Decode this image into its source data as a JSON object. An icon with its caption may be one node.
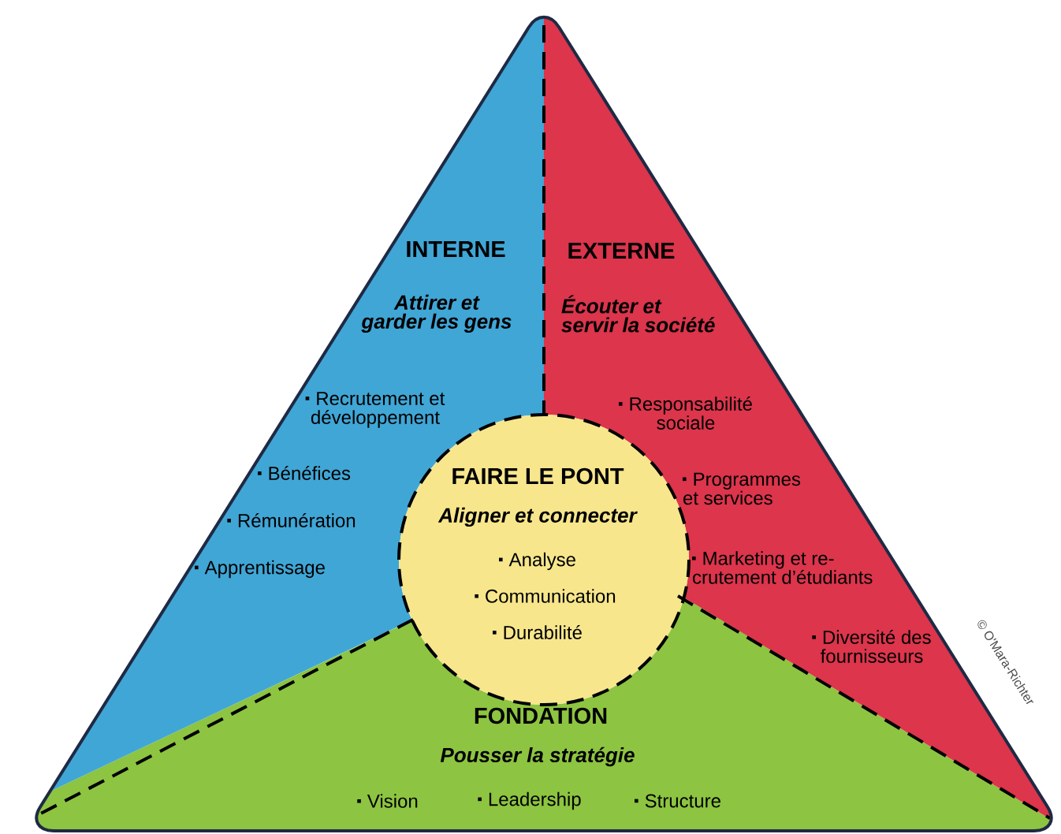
{
  "diagram": {
    "nodes": [
      {
        "text": [
          "INTERNE",
          "Attirer et garder les gens",
          "Recrutement et développement",
          "Bénéfices",
          "Rémunération",
          "Apprentissage"
        ]
      },
      {
        "text": [
          "EXTERNE",
          "Écouter et servir la société",
          "Responsabilité sociale",
          "Programmes et services",
          "Marketing et re-crutement d’étudiants",
          "Diversité des fournisseurs"
        ]
      },
      {
        "text": [
          "FAIRE LE PONT",
          "Aligner et connecter",
          "Analyse",
          "Communication",
          "Durabilité"
        ]
      },
      {
        "text": [
          "FONDATION",
          "Pousser la stratégie",
          "Vision",
          "Leadership",
          "Structure"
        ]
      }
    ],
    "labels": [
      "© O'Mara-Richter"
    ]
  }
}
